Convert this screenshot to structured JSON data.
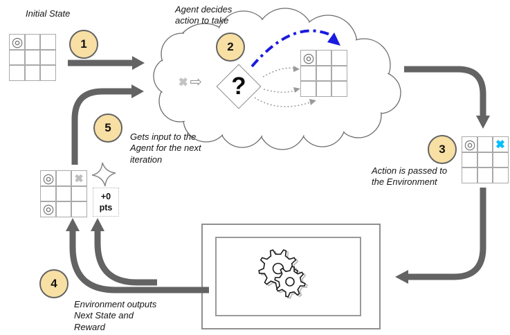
{
  "labels": {
    "initial_state": "Initial State",
    "agent_decides": [
      "Agent decides",
      "action to take"
    ],
    "action_passed": [
      "Action is passed to",
      "the Environment"
    ],
    "gets_input": [
      "Gets input to the",
      "Agent for the next",
      "iteration"
    ],
    "env_outputs": [
      "Environment outputs",
      "Next State and",
      "Reward"
    ]
  },
  "badges": {
    "step1": "1",
    "step2": "2",
    "step3": "3",
    "step4": "4",
    "step5": "5"
  },
  "agent": {
    "question_mark": "?",
    "input_piece": "✖",
    "maps_to_icon": "⇨"
  },
  "reward": {
    "points": "+0",
    "unit": "pts"
  },
  "colors": {
    "arrow_gray": "#636363",
    "badge_fill": "#f8dfa4",
    "action_blue": "#1a1ae0",
    "action_x_cyan": "#00bfff",
    "grid_line": "#a9a9a9"
  },
  "grids": {
    "initial": {
      "cells": [
        {
          "t": "◎",
          "k": "cell o"
        },
        {
          "t": "",
          "k": "cell"
        },
        {
          "t": "",
          "k": "cell"
        },
        {
          "t": "",
          "k": "cell"
        },
        {
          "t": "",
          "k": "cell"
        },
        {
          "t": "",
          "k": "cell"
        },
        {
          "t": "",
          "k": "cell"
        },
        {
          "t": "",
          "k": "cell"
        },
        {
          "t": "",
          "k": "cell"
        }
      ]
    },
    "considered": {
      "cells": [
        {
          "t": "◎",
          "k": "cell o"
        },
        {
          "t": "",
          "k": "cell"
        },
        {
          "t": "",
          "k": "cell"
        },
        {
          "t": "",
          "k": "cell"
        },
        {
          "t": "",
          "k": "cell"
        },
        {
          "t": "",
          "k": "cell"
        },
        {
          "t": "",
          "k": "cell"
        },
        {
          "t": "",
          "k": "cell"
        },
        {
          "t": "",
          "k": "cell"
        }
      ]
    },
    "action": {
      "cells": [
        {
          "t": "◎",
          "k": "cell o"
        },
        {
          "t": "",
          "k": "cell"
        },
        {
          "t": "✖",
          "k": "cell cx"
        },
        {
          "t": "",
          "k": "cell"
        },
        {
          "t": "",
          "k": "cell"
        },
        {
          "t": "",
          "k": "cell"
        },
        {
          "t": "",
          "k": "cell"
        },
        {
          "t": "",
          "k": "cell"
        },
        {
          "t": "",
          "k": "cell"
        }
      ]
    },
    "next_state": {
      "cells": [
        {
          "t": "◎",
          "k": "cell o"
        },
        {
          "t": "",
          "k": "cell"
        },
        {
          "t": "✖",
          "k": "cell x"
        },
        {
          "t": "",
          "k": "cell"
        },
        {
          "t": "",
          "k": "cell"
        },
        {
          "t": "",
          "k": "cell"
        },
        {
          "t": "◎",
          "k": "cell o"
        },
        {
          "t": "",
          "k": "cell"
        },
        {
          "t": "",
          "k": "cell"
        }
      ]
    }
  }
}
